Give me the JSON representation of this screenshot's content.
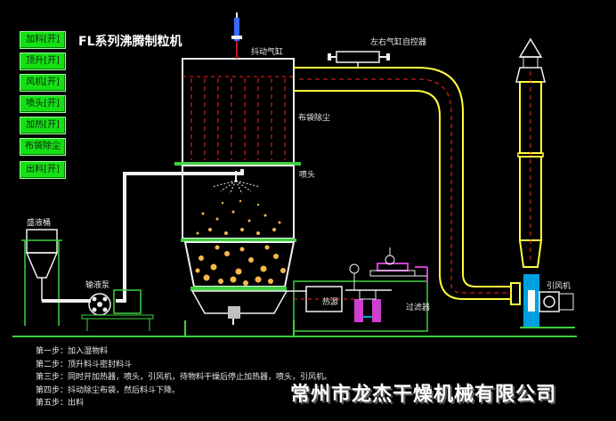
{
  "title": "FL系列沸腾制粒机",
  "buttons": [
    {
      "label": "加料[开]"
    },
    {
      "label": "顶升[开]"
    },
    {
      "label": "风机[开]"
    },
    {
      "label": "喷头[开]"
    },
    {
      "label": "加热[开]"
    },
    {
      "label": "布袋除尘"
    },
    {
      "label": "出料[开]"
    }
  ],
  "labels": {
    "shaker_cylinder": "抖动气缸",
    "left_right_cylinder_controller": "左右气缸自控器",
    "bag_dust": "布袋除尘",
    "nozzle": "喷头",
    "liquid_tank": "盛液桶",
    "liquid_pump": "输液泵",
    "heat_source": "热源",
    "filter": "过滤器",
    "induced_fan": "引风机"
  },
  "steps": [
    "第一步：加入湿物料",
    "第二步：顶升料斗密封料斗",
    "第三步：同时开加热器，喷头，引风机，待物料干燥后停止加热器，喷头，引风机。",
    "第四步：抖动除尘布袋，然后料斗下降。",
    "第五步：出料"
  ],
  "company": "常州市龙杰干燥机械有限公司",
  "colors": {
    "background": "#000000",
    "button_green": "#14e014",
    "pipe_yellow": "#ffff3c",
    "outline_white": "#f0f0f0",
    "flow_red": "#ff2020",
    "frame_green": "#3cd23c",
    "fan_blue": "#00a0e0",
    "heater_magenta": "#d040d0"
  }
}
